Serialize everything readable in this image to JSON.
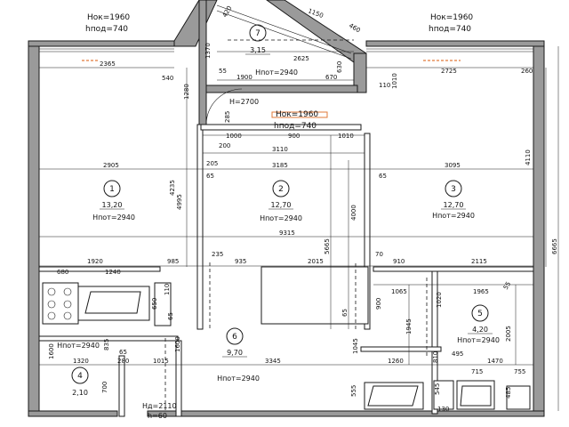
{
  "window_labels": [
    {
      "key": "w1_nok",
      "text": "Нок=1960"
    },
    {
      "key": "w1_hpod",
      "text": "hпод=740"
    },
    {
      "key": "w2_nok",
      "text": "Нок=1960"
    },
    {
      "key": "w2_hpod",
      "text": "hпод=740"
    },
    {
      "key": "w3_nok",
      "text": "Нок=1960"
    },
    {
      "key": "w3_hpod",
      "text": "hпод=740"
    }
  ],
  "rooms": [
    {
      "num": "1",
      "area": "13,20",
      "height": "Нпот=2940"
    },
    {
      "num": "2",
      "area": "12,70",
      "height": "Нпот=2940"
    },
    {
      "num": "3",
      "area": "12,70",
      "height": "Нпот=2940"
    },
    {
      "num": "4",
      "area": "2,10",
      "height": "Нпот=2940"
    },
    {
      "num": "5",
      "area": "4,20",
      "height": "Нпот=2940"
    },
    {
      "num": "6",
      "area": "9,70",
      "height": "Нпот=2940"
    },
    {
      "num": "7",
      "area": "3,15",
      "height": "Нпот=2940"
    }
  ],
  "extra_labels": {
    "h2700": "Н=2700",
    "hpot_corr": "Нпот=2940",
    "door_hd": "Нд=2110",
    "door_h": "h=60"
  },
  "dims": {
    "d2365": "2365",
    "d540": "540",
    "d1280": "1280",
    "d55": "55",
    "d1900": "1900",
    "d670": "670",
    "d630": "630",
    "d2625": "2625",
    "d1370": "1370",
    "d1150": "1150",
    "d460": "460",
    "d420": "420",
    "d2725": "2725",
    "d260": "260",
    "d110a": "110",
    "d1010a": "1010",
    "d285": "285",
    "d1000": "1000",
    "d900a": "900",
    "d1010b": "1010",
    "d200": "200",
    "d3110": "3110",
    "d205": "205",
    "d65a": "65",
    "d2905": "2905",
    "d4235": "4235",
    "d4995": "4995",
    "d3185": "3185",
    "d3095": "3095",
    "d4110": "4110",
    "d65b": "65",
    "d9315": "9315",
    "d4000": "4000",
    "d5665": "5665",
    "d6665": "6665",
    "d1920": "1920",
    "d985": "985",
    "d235": "235",
    "d935": "935",
    "d2015": "2015",
    "d70": "70",
    "d910": "910",
    "d2115": "2115",
    "d680": "680",
    "d1240": "1240",
    "d110b": "110",
    "d650": "650",
    "d65c": "65",
    "d1065": "1065",
    "d1965": "1965",
    "d55b": "55",
    "d1020": "1020",
    "d900b": "900",
    "d65d": "65",
    "d1945": "1945",
    "d2005": "2005",
    "d835": "835",
    "d65e": "65",
    "d1600a": "1600",
    "d1045": "1045",
    "d1600b": "1600",
    "d1320": "1320",
    "d280": "280",
    "d1015": "1015",
    "d3345": "3345",
    "d1260": "1260",
    "d810": "810",
    "d495": "495",
    "d1470": "1470",
    "d700": "700",
    "d555": "555",
    "d545": "545",
    "d130": "130",
    "d715": "715",
    "d755": "755",
    "d485": "485"
  }
}
